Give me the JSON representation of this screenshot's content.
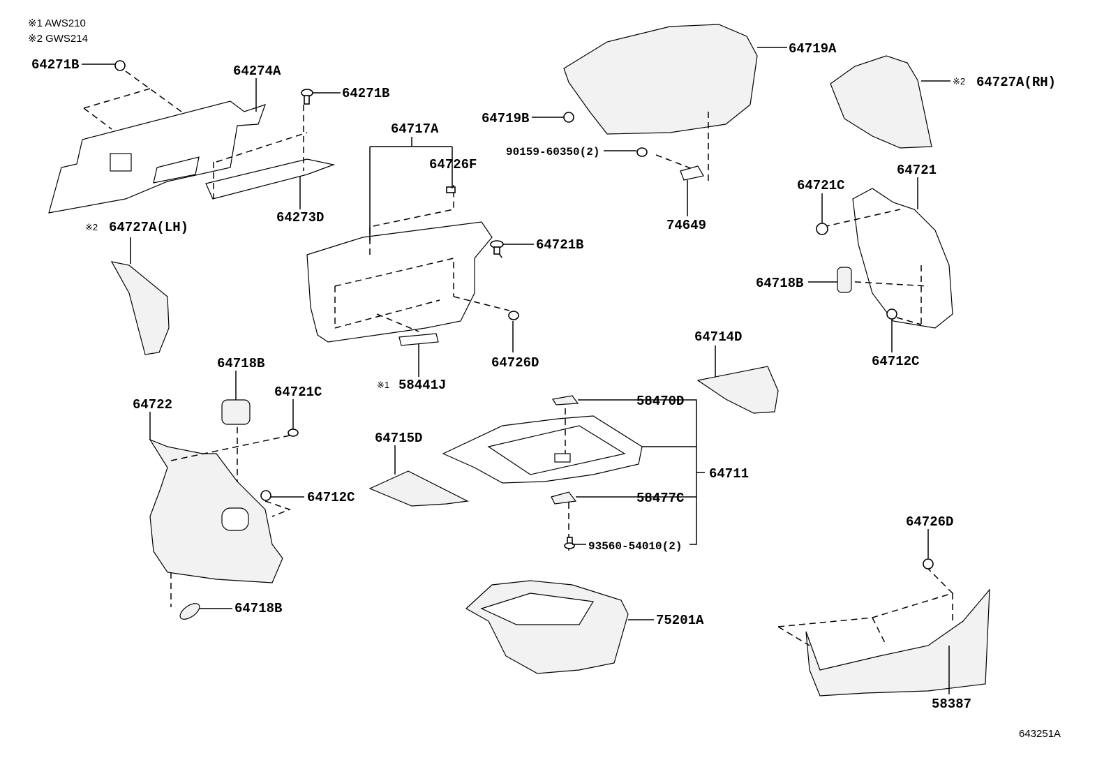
{
  "notes": [
    "※1 AWS210",
    "※2 GWS214"
  ],
  "marks": {
    "n1": "※1",
    "n2": "※2"
  },
  "labels": {
    "p64271B_a": "64271B",
    "p64274A": "64274A",
    "p64271B_b": "64271B",
    "p64273D": "64273D",
    "p64727A_LH": "64727A(LH)",
    "p64717A": "64717A",
    "p64726F": "64726F",
    "p64721B": "64721B",
    "p64726D_a": "64726D",
    "p58441J": "58441J",
    "p64719A": "64719A",
    "p64719B": "64719B",
    "p90159": "90159-60350(2)",
    "p74649": "74649",
    "p64727A_RH": "64727A(RH)",
    "p64721": "64721",
    "p64721C_a": "64721C",
    "p64718B_a": "64718B",
    "p64712C_a": "64712C",
    "p64714D": "64714D",
    "p58470D": "58470D",
    "p64711": "64711",
    "p58477C": "58477C",
    "p93560": "93560-54010(2)",
    "p64715D": "64715D",
    "p64718B_b": "64718B",
    "p64721C_b": "64721C",
    "p64722": "64722",
    "p64712C_b": "64712C",
    "p64718B_c": "64718B",
    "p75201A": "75201A",
    "p64726D_b": "64726D",
    "p58387": "58387"
  },
  "illustration_id": "643251A"
}
